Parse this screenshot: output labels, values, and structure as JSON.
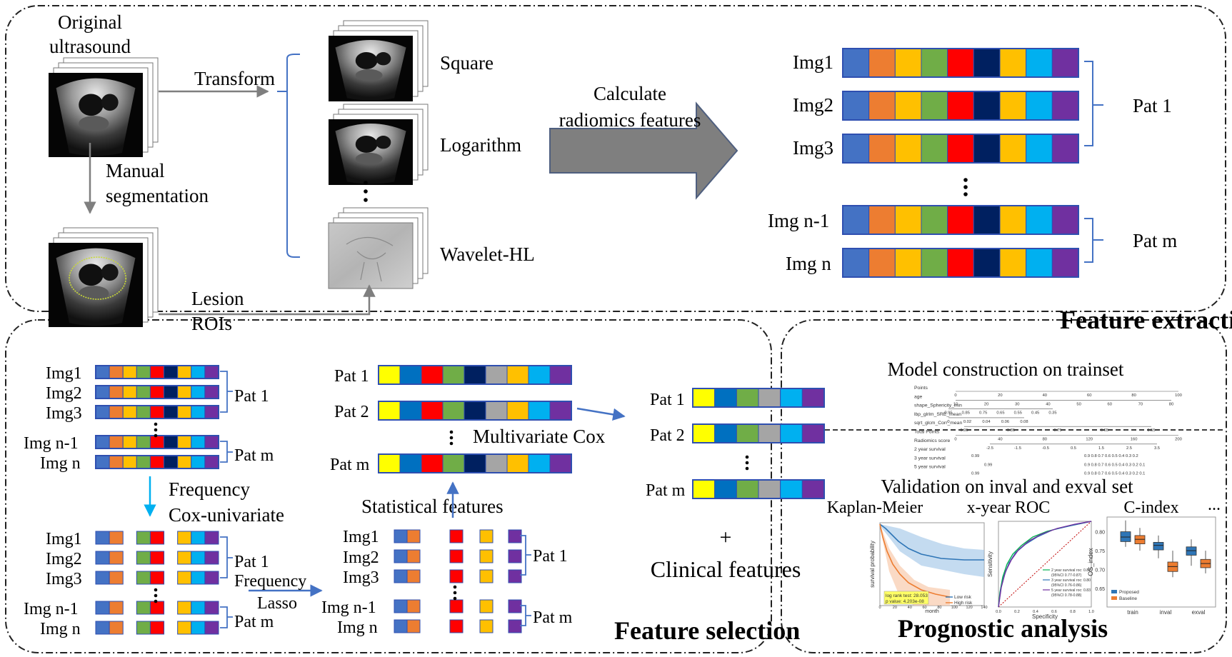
{
  "palette": {
    "blue": "#4472C4",
    "orange": "#ED7D31",
    "yellow": "#FFC000",
    "green": "#70AD47",
    "red": "#FF0000",
    "navy": "#002060",
    "gray": "#A5A5A5",
    "skyblue": "#00B0F0",
    "purple": "#7030A0",
    "pat_yellow": "#FFFF00",
    "mid_blue": "#0070C0",
    "bar_border": "#2F4FB0",
    "arrow_gray": "#7F7F7F",
    "arrow_blue": "#4472C4"
  },
  "extraction": {
    "original_label_line1": "Original",
    "original_label_line2": "ultrasound",
    "transform_label": "Transform",
    "manual_label_line1": "Manual",
    "manual_label_line2": "segmentation",
    "lesion_label_line1": "Lesion",
    "lesion_label_line2": "ROIs",
    "filters": [
      "Square",
      "Logarithm",
      "Wavelet-HL"
    ],
    "calculate_line1": "Calculate",
    "calculate_line2": "radiomics features",
    "img_labels": [
      "Img1",
      "Img2",
      "Img3",
      "Img n-1",
      "Img n"
    ],
    "pat_labels": [
      "Pat 1",
      "Pat m"
    ],
    "section_title": "Feature extraction"
  },
  "selection": {
    "img_labels": [
      "Img1",
      "Img2",
      "Img3",
      "Img n-1",
      "Img n"
    ],
    "pat_labels": [
      "Pat 1",
      "Pat m"
    ],
    "freq_cox_line1": "Frequency",
    "freq_cox_line2": "Cox-univariate",
    "freq_lasso_line1": "Frequency",
    "freq_lasso_line2": "Lasso",
    "statistical": "Statistical features",
    "multivariate": "Multivariate Cox",
    "pat_rows": [
      "Pat 1",
      "Pat 2",
      "Pat m"
    ],
    "plus": "+",
    "clinical": "Clinical features",
    "section_title": "Feature selection"
  },
  "prognostic": {
    "model_title": "Model construction on trainset",
    "nomogram_rows": [
      "Points",
      "age",
      "shape_Sphericity_min",
      "lbp_glrlm_SRE_mean",
      "sqrt_glcm_Corr_mean",
      "Total Points",
      "Radiomics score",
      "2 year survival",
      "3 year survival",
      "5 year survival"
    ],
    "points_ticks": [
      "0",
      "20",
      "40",
      "60",
      "80",
      "100"
    ],
    "age_ticks": [
      "10",
      "20",
      "30",
      "40",
      "50",
      "60",
      "70",
      "80"
    ],
    "sph_ticks": [
      "0.95",
      "0.85",
      "0.75",
      "0.65",
      "0.55",
      "0.45",
      "0.35"
    ],
    "lbp_ticks": [
      "0",
      "0.02",
      "0.04",
      "0.06",
      "0.08"
    ],
    "corr_ticks": [
      "0.95",
      "0.85",
      "0.75",
      "0.65",
      "0.55"
    ],
    "total_ticks": [
      "0",
      "40",
      "80",
      "120",
      "160",
      "200"
    ],
    "score_ticks": [
      "-2.5",
      "-1.5",
      "-0.5",
      "0.5",
      "1.5",
      "2.5",
      "3.5"
    ],
    "y2_text": "0.99",
    "y2_tail": "0.9    0.8   0.7   0.6  0.5 0.4 0.3  0.2",
    "y3_text": "0.99",
    "y3_tail": "0.9    0.8   0.7   0.6  0.5 0.4 0.3 0.2  0.1",
    "y5_text": "0.99",
    "y5_tail": "0.9    0.8   0.7  0.6 0.5 0.4 0.3 0.2  0.1",
    "validation_title": "Validation on inval and exval set",
    "km_title": "Kaplan-Meier",
    "roc_title": "x-year ROC",
    "cindex_title": "C-index",
    "more": "...",
    "km_ylabel": "survival probability",
    "km_xlabel": "month",
    "km_logrank_line1": "log rank test: 28.053",
    "km_logrank_line2": "p value: 4.203e-08",
    "km_legend": [
      "Low risk",
      "High risk"
    ],
    "km_xticks": [
      "0",
      "20",
      "40",
      "60",
      "80",
      "100",
      "120",
      "140"
    ],
    "roc_ylabel": "Sensitivity",
    "roc_xlabel": "Specificity",
    "roc_legend": [
      "2 year survival roc: 0.81",
      "(95%CI 0.77-0.87)",
      "3 year survival roc: 0.80",
      "(95%CI 0.76-0.86)",
      "5 year survival roc: 0.83",
      "(95%CI 0.78-0.88)"
    ],
    "roc_ticks": [
      "0.0",
      "0.2",
      "0.4",
      "0.6",
      "0.8",
      "1.0"
    ],
    "ci_ylabel": "OS_index",
    "ci_yticks": [
      "0.80",
      "0.75",
      "0.70",
      "0.65"
    ],
    "ci_groups": [
      "train",
      "inval",
      "exval"
    ],
    "ci_legend": [
      "Proposed",
      "Baseline"
    ],
    "section_title": "Prognostic analysis"
  }
}
